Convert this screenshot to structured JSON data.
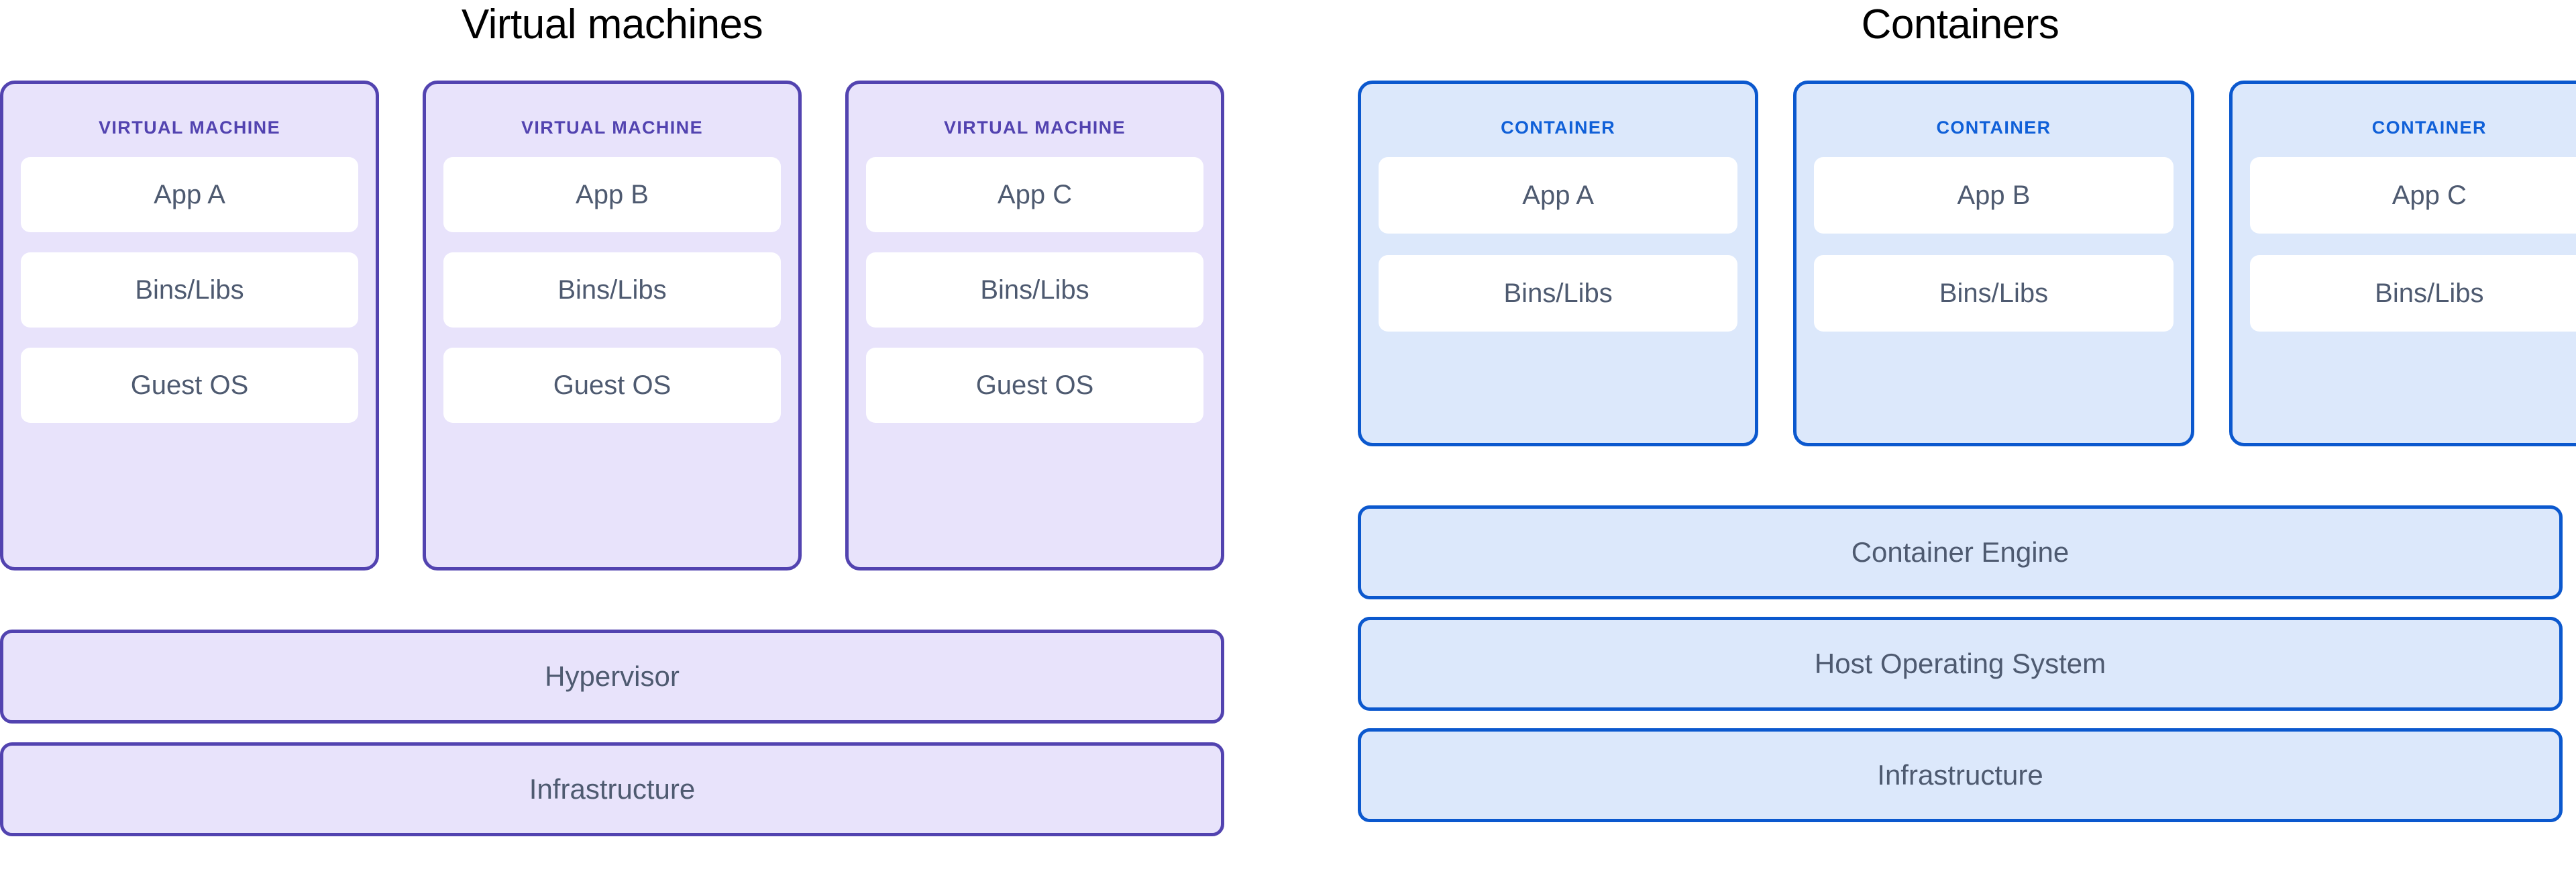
{
  "panels": [
    {
      "id": "virtual-machines",
      "title": "Virtual machines",
      "accent_border": "#5243b0",
      "accent_fill": "#e8e3fb",
      "label_color": "#5243b0",
      "units": [
        {
          "label": "VIRTUAL MACHINE",
          "layers": [
            "App A",
            "Bins/Libs",
            "Guest OS"
          ]
        },
        {
          "label": "VIRTUAL MACHINE",
          "layers": [
            "App B",
            "Bins/Libs",
            "Guest OS"
          ]
        },
        {
          "label": "VIRTUAL MACHINE",
          "layers": [
            "App C",
            "Bins/Libs",
            "Guest OS"
          ]
        }
      ],
      "stack": [
        "Hypervisor",
        "Infrastructure"
      ]
    },
    {
      "id": "containers",
      "title": "Containers",
      "accent_border": "#0b58ce",
      "accent_fill": "#dce8fb",
      "label_color": "#1060d8",
      "units": [
        {
          "label": "CONTAINER",
          "layers": [
            "App A",
            "Bins/Libs"
          ]
        },
        {
          "label": "CONTAINER",
          "layers": [
            "App B",
            "Bins/Libs"
          ]
        },
        {
          "label": "CONTAINER",
          "layers": [
            "App C",
            "Bins/Libs"
          ]
        }
      ],
      "stack": [
        "Container Engine",
        "Host Operating System",
        "Infrastructure"
      ]
    }
  ],
  "text_color": "#4e5a70",
  "background": "#ffffff"
}
